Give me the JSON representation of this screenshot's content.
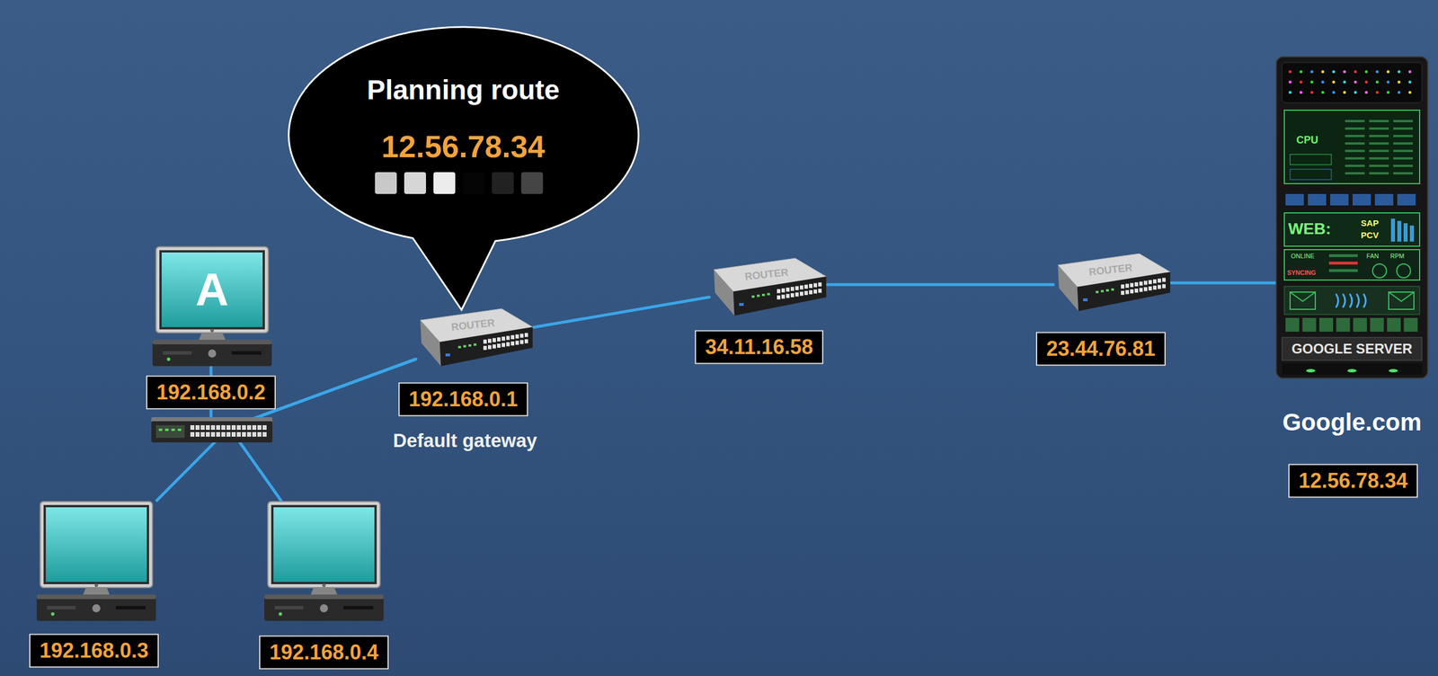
{
  "diagram": {
    "nodes": [
      {
        "text": [
          "A",
          "192.168.0.2"
        ]
      },
      {
        "text": [
          "192.168.0.3"
        ]
      },
      {
        "text": [
          "192.168.0.4"
        ]
      },
      {
        "text": [
          "Planning route",
          "12.56.78.34"
        ]
      },
      {
        "text": [
          "ROUTER",
          "192.168.0.1",
          "Default gateway"
        ]
      },
      {
        "text": [
          "ROUTER",
          "34.11.16.58"
        ]
      },
      {
        "text": [
          "ROUTER",
          "23.44.76.81"
        ]
      },
      {
        "text": [
          "GOOGLE SERVER",
          "Google.com",
          "12.56.78.34"
        ]
      }
    ],
    "edges": [
      {
        "from": 0,
        "to": 4,
        "arrow": "none"
      },
      {
        "from": 1,
        "to": 4,
        "arrow": "none"
      },
      {
        "from": 2,
        "to": 4,
        "arrow": "none"
      },
      {
        "from": 4,
        "to": 5,
        "arrow": "none"
      },
      {
        "from": 5,
        "to": 6,
        "arrow": "none"
      },
      {
        "from": 6,
        "to": 7,
        "arrow": "none"
      }
    ],
    "labels": [
      "CPU",
      "WEB:",
      "SAP",
      "PCV",
      "ONLINE",
      "FAN",
      "RPM",
      "SYNCING"
    ]
  }
}
